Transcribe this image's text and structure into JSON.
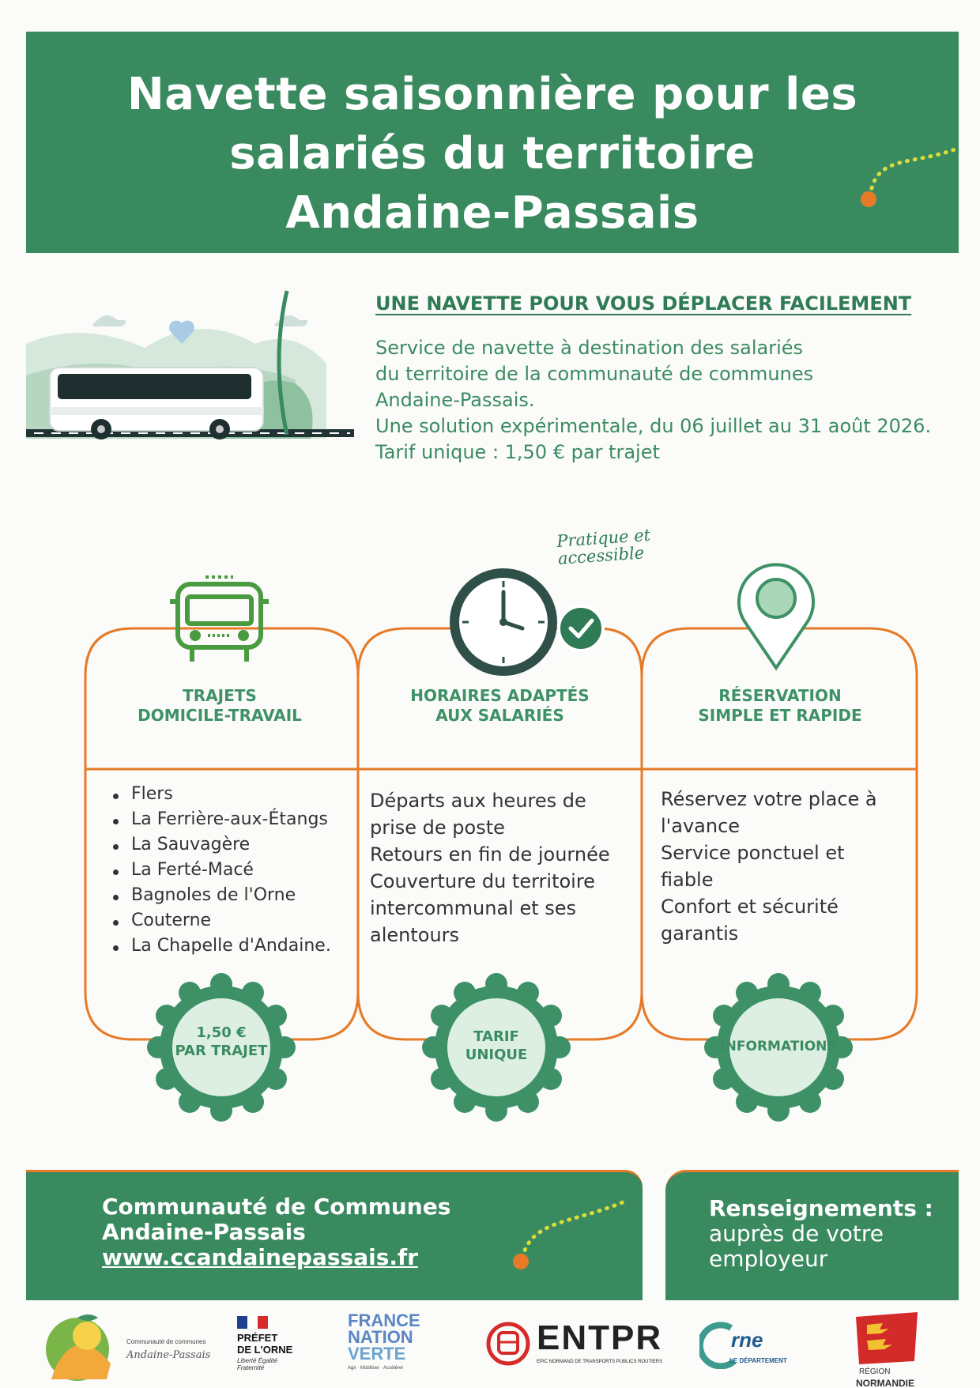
{
  "header": {
    "title_line1": "Navette saisonnière pour les",
    "title_line2": "salariés du territoire",
    "title_line3": "Andaine-Passais"
  },
  "intro": {
    "heading": "UNE NAVETTE POUR VOUS DÉPLACER FACILEMENT",
    "lines": [
      "Service de navette à destination des salariés",
      "du territoire de la communauté de communes",
      "Andaine-Passais.",
      "Une solution expérimentale, du 06 juillet au 31 août 2026.",
      "Tarif unique : 1,50 € par trajet"
    ]
  },
  "tagline": "Pratique et accessible",
  "columns": [
    {
      "title_line1": "TRAJETS",
      "title_line2": "DOMICILE-TRAVAIL",
      "items": [
        "Flers",
        "La Ferrière-aux-Étangs",
        "La Sauvagère",
        "La Ferté-Macé",
        "Bagnoles de l'Orne",
        "Couterne",
        "La Chapelle d'Andaine."
      ],
      "badge_line1": "1,50 €",
      "badge_line2": "PAR TRAJET"
    },
    {
      "title_line1": "HORAIRES ADAPTÉS",
      "title_line2": "AUX SALARIÉS",
      "lines": [
        "Départs aux heures de",
        "prise de poste",
        "Retours en fin de journée",
        "Couverture du territoire",
        "intercommunal et ses",
        "alentours"
      ],
      "badge_line1": "TARIF",
      "badge_line2": "UNIQUE"
    },
    {
      "title_line1": "RÉSERVATION",
      "title_line2": "SIMPLE ET RAPIDE",
      "lines": [
        "Réservez votre place à",
        "l'avance",
        "Service ponctuel et",
        "fiable",
        "Confort et sécurité",
        "garantis"
      ],
      "badge_line1": "INFORMATIONS"
    }
  ],
  "footer": {
    "org_line1": "Communauté de Communes",
    "org_line2": "Andaine-Passais",
    "website": "www.ccandainepassais.fr",
    "info_title": "Renseignements :",
    "info_line1": "auprès de votre",
    "info_line2": "employeur"
  },
  "logos": {
    "cc_small": "Communauté de communes",
    "cc_script": "Andaine-Passais",
    "prefet_line1": "PRÉFET",
    "prefet_line2": "DE L'ORNE",
    "prefet_motto": "Liberté Égalité Fraternité",
    "fnv_line1": "FRANCE",
    "fnv_line2": "NATION",
    "fnv_line3": "VERTE",
    "fnv_sub": "Agir · Mobiliser · Accélérer",
    "entpr_name": "ENTPR",
    "entpr_sub": "EPIC NORMAND DE TRANSPORTS PUBLICS ROUTIERS",
    "orne_name": "rne",
    "orne_sub": "LE DÉPARTEMENT",
    "region_line1": "RÉGION",
    "region_line2": "NORMANDIE"
  },
  "colors": {
    "green": "#3a8a60",
    "orange": "#e67a27",
    "light_green": "#dcefe2"
  }
}
